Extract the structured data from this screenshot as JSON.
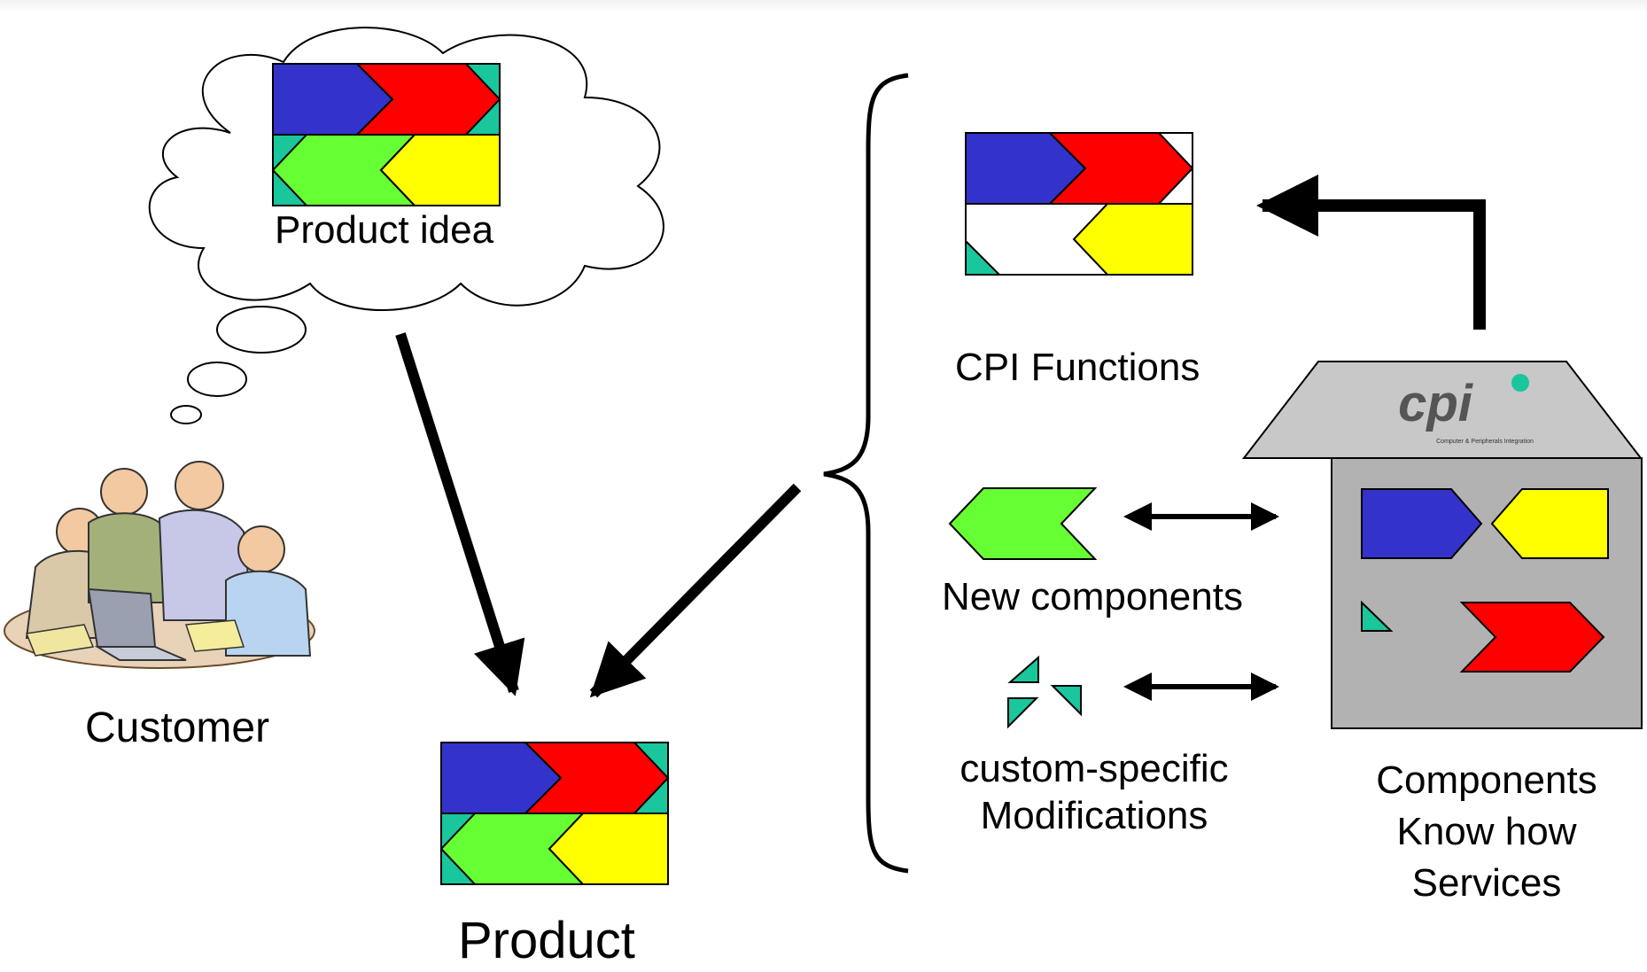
{
  "labels": {
    "product_idea": "Product idea",
    "customer": "Customer",
    "product": "Product",
    "cpi_functions": "CPI Functions",
    "new_components": "New components",
    "custom_specific_line1": "custom-specific",
    "custom_specific_line2": "Modifications",
    "house_line1": "Components",
    "house_line2": "Know how",
    "house_line3": "Services"
  },
  "logo": {
    "text": "cpi",
    "tagline": "Computer & Peripherals Integration"
  },
  "colors": {
    "blue": "#3333cc",
    "red": "#ff0000",
    "green": "#66ff33",
    "yellow": "#ffff00",
    "teal": "#1ac69c",
    "house_body": "#b2b2b2",
    "house_roof": "#c8c8c8",
    "arrow": "#000000"
  }
}
